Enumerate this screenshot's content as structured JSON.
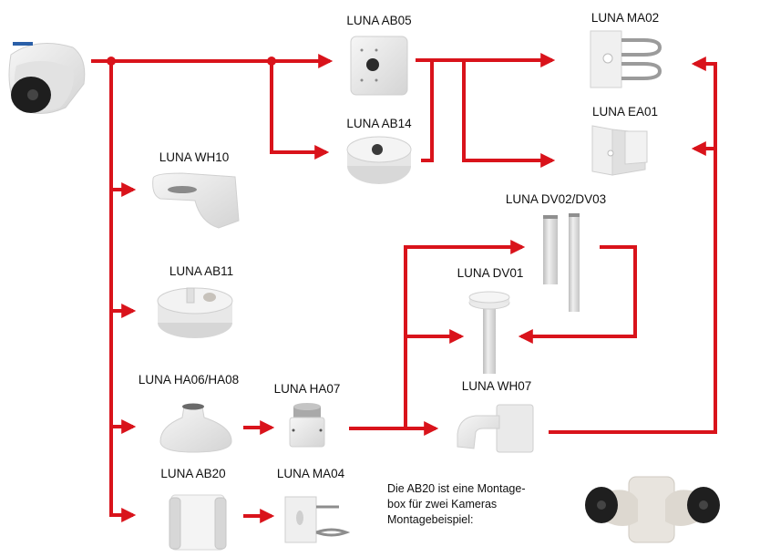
{
  "colors": {
    "line": "#d9131b",
    "product_body": "#ececec",
    "product_shade": "#c9c9c9",
    "product_dark": "#3a3a3a",
    "metal": "#9a9a9a"
  },
  "camera": {
    "name": "Dome camera",
    "icon": "dome-camera-icon"
  },
  "products": [
    {
      "id": "ab05",
      "label": "LUNA AB05",
      "icon": "junction-box-square-icon"
    },
    {
      "id": "ab14",
      "label": "LUNA AB14",
      "icon": "junction-box-round-icon"
    },
    {
      "id": "ma02",
      "label": "LUNA MA02",
      "icon": "pole-mount-icon"
    },
    {
      "id": "ea01",
      "label": "LUNA EA01",
      "icon": "corner-mount-icon"
    },
    {
      "id": "wh10",
      "label": "LUNA WH10",
      "icon": "wall-bracket-small-icon"
    },
    {
      "id": "ab11",
      "label": "LUNA AB11",
      "icon": "junction-box-round-open-icon"
    },
    {
      "id": "dv0203",
      "label": "LUNA DV02/DV03",
      "icon": "extension-pole-icon"
    },
    {
      "id": "dv01",
      "label": "LUNA DV01",
      "icon": "ceiling-pendant-icon"
    },
    {
      "id": "ha0608",
      "label": "LUNA HA06/HA08",
      "icon": "pendant-adapter-icon"
    },
    {
      "id": "ha07",
      "label": "LUNA HA07",
      "icon": "pendant-adapter-ring-icon"
    },
    {
      "id": "wh07",
      "label": "LUNA WH07",
      "icon": "wall-bracket-large-icon"
    },
    {
      "id": "ab20",
      "label": "LUNA AB20",
      "icon": "dual-camera-box-icon"
    },
    {
      "id": "ma04",
      "label": "LUNA MA04",
      "icon": "pole-mount-plate-icon"
    }
  ],
  "connections": [
    {
      "from": "camera",
      "to": "ab05"
    },
    {
      "from": "camera",
      "to": "ab14"
    },
    {
      "from": "camera",
      "to": "wh10"
    },
    {
      "from": "camera",
      "to": "ab11"
    },
    {
      "from": "camera",
      "to": "ha0608"
    },
    {
      "from": "camera",
      "to": "ab20"
    },
    {
      "from": "ab05",
      "to": "ma02"
    },
    {
      "from": "ab05",
      "to": "ea01"
    },
    {
      "from": "ab14",
      "to": "ma02"
    },
    {
      "from": "ab14",
      "to": "ea01"
    },
    {
      "from": "ha0608",
      "to": "ha07"
    },
    {
      "from": "ha07",
      "to": "dv0203"
    },
    {
      "from": "ha07",
      "to": "dv01"
    },
    {
      "from": "ha07",
      "to": "wh07"
    },
    {
      "from": "dv0203",
      "to": "dv01"
    },
    {
      "from": "wh07",
      "to": "ma02"
    },
    {
      "from": "wh07",
      "to": "ea01"
    },
    {
      "from": "ab20",
      "to": "ma04"
    }
  ],
  "note": {
    "lines": [
      "Die AB20 ist eine Montage-",
      "box für zwei Kameras",
      "Montagebeispiel:"
    ]
  },
  "example": {
    "name": "AB20 mounting example",
    "icon": "dual-camera-example-icon"
  }
}
